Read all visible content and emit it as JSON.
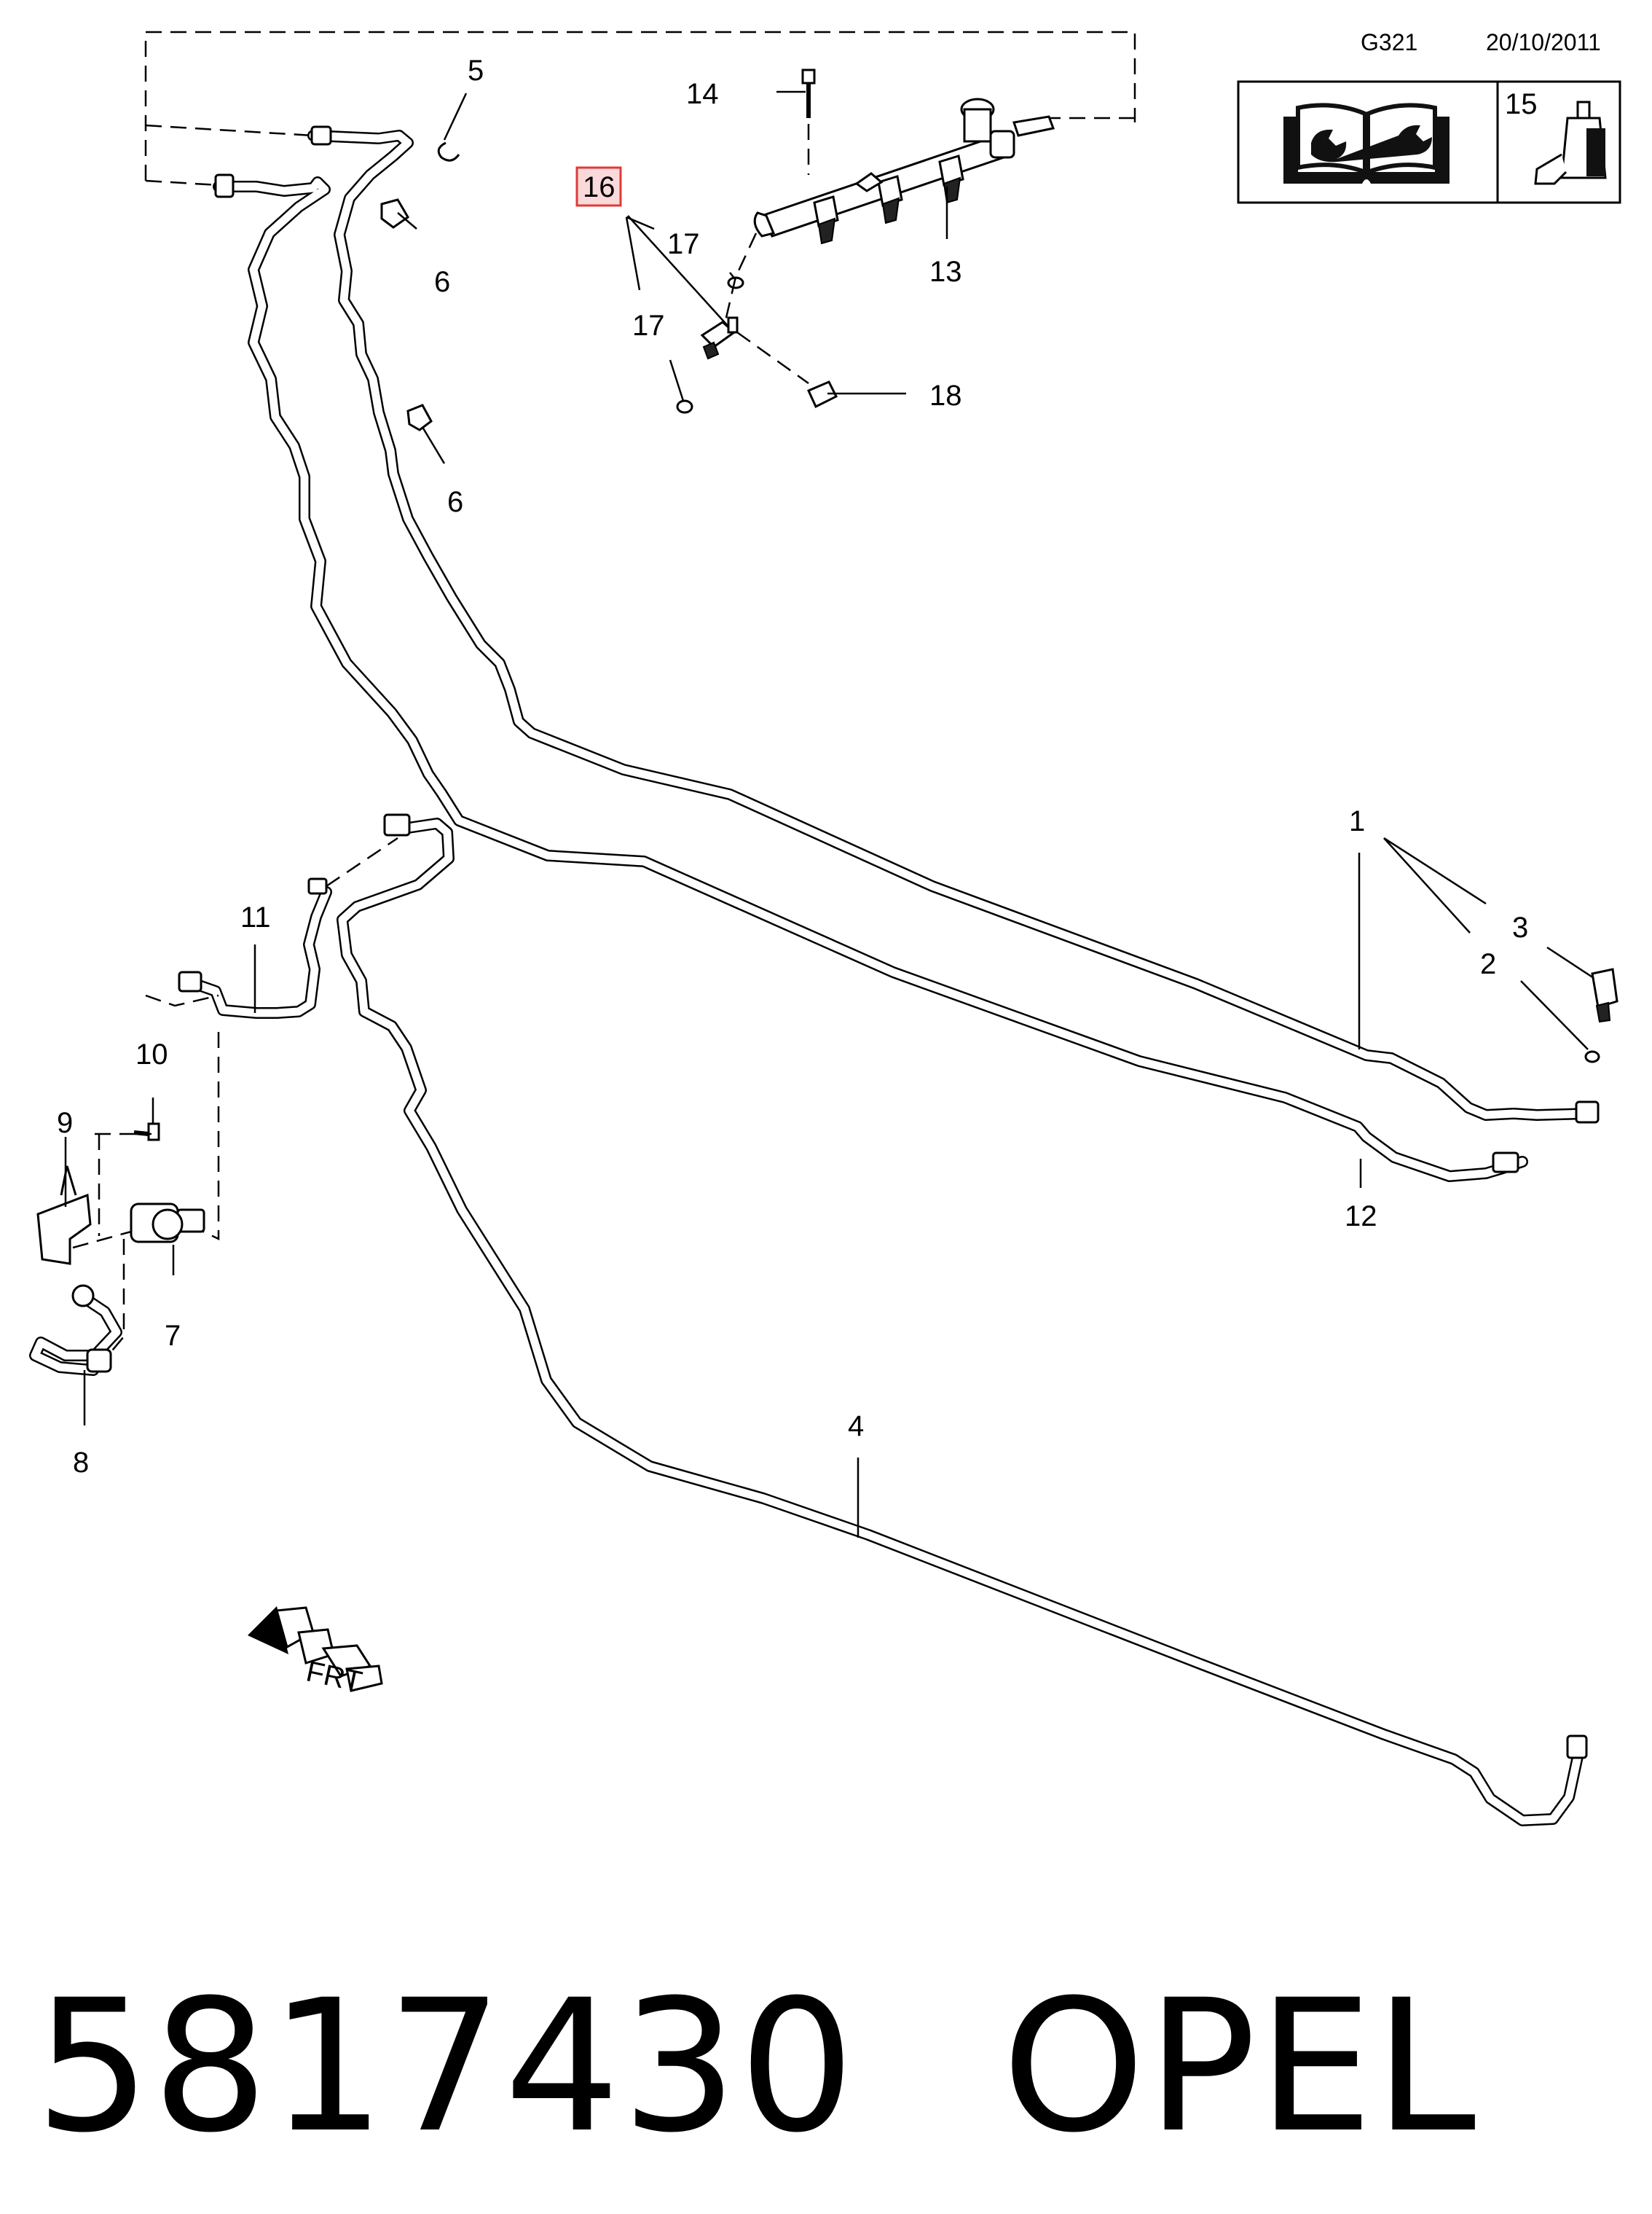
{
  "header": {
    "code": "G321",
    "date": "20/10/2011",
    "note_number": "15"
  },
  "callouts": [
    {
      "id": "c1",
      "label": "1"
    },
    {
      "id": "c2",
      "label": "2"
    },
    {
      "id": "c3",
      "label": "3"
    },
    {
      "id": "c4",
      "label": "4"
    },
    {
      "id": "c5",
      "label": "5"
    },
    {
      "id": "c6a",
      "label": "6"
    },
    {
      "id": "c6b",
      "label": "6"
    },
    {
      "id": "c7",
      "label": "7"
    },
    {
      "id": "c8",
      "label": "8"
    },
    {
      "id": "c9",
      "label": "9"
    },
    {
      "id": "c10",
      "label": "10"
    },
    {
      "id": "c11",
      "label": "11"
    },
    {
      "id": "c12",
      "label": "12"
    },
    {
      "id": "c13",
      "label": "13"
    },
    {
      "id": "c14",
      "label": "14"
    },
    {
      "id": "c16",
      "label": "16",
      "highlighted": true
    },
    {
      "id": "c17a",
      "label": "17"
    },
    {
      "id": "c17b",
      "label": "17"
    },
    {
      "id": "c18",
      "label": "18"
    }
  ],
  "highlight_color": "#e03a3a",
  "highlight_fill": "#f9d9d9",
  "front_marker": "FRT",
  "footer": {
    "part_number": "5817430",
    "brand": "OPEL"
  },
  "icons": [
    "repair-manual-icon",
    "wrench-icon",
    "sealant-tube-icon"
  ]
}
